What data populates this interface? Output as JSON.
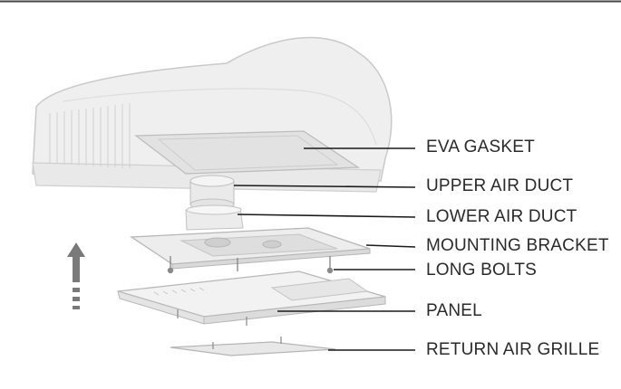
{
  "diagram": {
    "labels": [
      {
        "id": "eva-gasket",
        "text": "EVA GASKET"
      },
      {
        "id": "upper-air-duct",
        "text": "UPPER AIR DUCT"
      },
      {
        "id": "lower-air-duct",
        "text": "LOWER AIR DUCT"
      },
      {
        "id": "mounting-bracket",
        "text": "MOUNTING BRACKET"
      },
      {
        "id": "long-bolts",
        "text": "LONG BOLTS"
      },
      {
        "id": "panel",
        "text": "PANEL"
      },
      {
        "id": "return-air-grille",
        "text": "RETURN AIR GRILLE"
      }
    ],
    "colors": {
      "line": "#1a1a1a",
      "arrow": "#7a7a7a",
      "unit_fill": "#eeeeee",
      "unit_stroke": "#c6c6c6"
    }
  }
}
